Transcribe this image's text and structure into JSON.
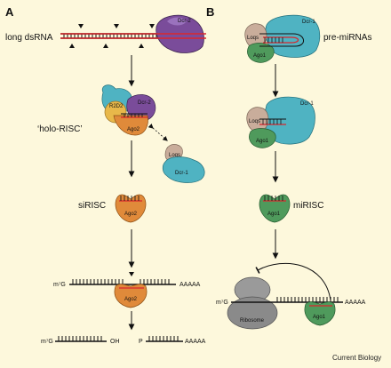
{
  "panel_a": {
    "letter": "A",
    "long_dsrna": "long dsRNA",
    "dcr2_top": "Dcr-2",
    "holo_risc": "‘holo-RISC’",
    "r2d2": "R2D2",
    "dcr2": "Dcr-2",
    "ago2": "Ago2",
    "loqs": "Loqs",
    "dcr1": "Dcr-1",
    "sirisc": "siRISC",
    "ago2_b": "Ago2",
    "m7g": "m⁷G",
    "aaaaa": "AAAAA",
    "ago2_c": "Ago2",
    "m7g_b": "m⁷G",
    "oh": "OH",
    "p": "P",
    "aaaaa_b": "AAAAA"
  },
  "panel_b": {
    "letter": "B",
    "pre_mirnas": "pre-miRNAs",
    "dcr1": "Dcr-1",
    "loqs": "Loqs",
    "ago1": "Ago1",
    "dcr1_b": "Dcr-1",
    "loqs_b": "Loqs",
    "ago1_b": "Ago1",
    "mirisc": "miRISC",
    "ago1_c": "Ago1",
    "m7g": "m⁷G",
    "ribosome": "Ribosome",
    "aaaaa": "AAAAA",
    "ago1_d": "Ago1"
  },
  "credit": "Current Biology",
  "colors": {
    "background": "#fdf8dc",
    "dcr2": "#7a4c9a",
    "r2d2": "#e8b84a",
    "ago2": "#e08a3a",
    "dcr1": "#4fb3c2",
    "loqs": "#c9ad9b",
    "ago1": "#4f9a5c",
    "ribosome": "#8a8a8a",
    "guide_strand": "#d9262c"
  }
}
